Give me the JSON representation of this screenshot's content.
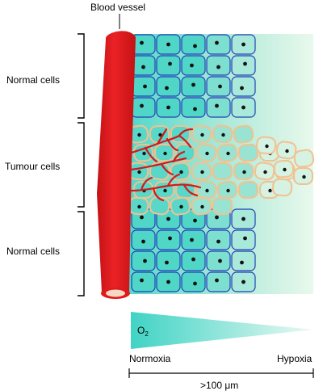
{
  "labels": {
    "blood_vessel": "Blood vessel",
    "normal_cells_top": "Normal cells",
    "tumour_cells": "Tumour cells",
    "normal_cells_bottom": "Normal cells",
    "oxygen": "O",
    "oxygen_subscript": "2",
    "normoxia": "Normoxia",
    "hypoxia": "Hypoxia",
    "distance": ">100 μm"
  },
  "colors": {
    "vessel_red": "#e0191b",
    "vessel_lumen": "#f5d9c4",
    "normal_cell_border": "#1f3fb5",
    "tumour_cell_border": "#f2c18f",
    "tissue_teal": "#49d6c6",
    "hypoxic_green": "#dff4e3",
    "nucleus": "#111111",
    "oxygen_gradient_start": "#3fd3c4",
    "oxygen_gradient_end": "#e6f8f1"
  }
}
